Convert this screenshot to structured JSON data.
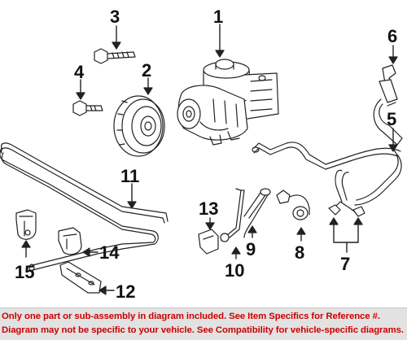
{
  "diagram": {
    "callouts": {
      "c1": "1",
      "c2": "2",
      "c3": "3",
      "c4": "4",
      "c5": "5",
      "c6": "6",
      "c7": "7",
      "c8": "8",
      "c9": "9",
      "c10": "10",
      "c11": "11",
      "c12": "12",
      "c13": "13",
      "c14": "14",
      "c15": "15"
    }
  },
  "disclaimer": {
    "line1": "Only one part or sub-assembly in diagram included. See Item Specifics for Reference #.",
    "line2": "Diagram may not be specific to your vehicle. See Compatibility for vehicle-specific diagrams."
  },
  "colors": {
    "text": "#111111",
    "line_art": "#222222",
    "banner_bg": "#e2e2e2",
    "banner_text": "#cc0000"
  }
}
